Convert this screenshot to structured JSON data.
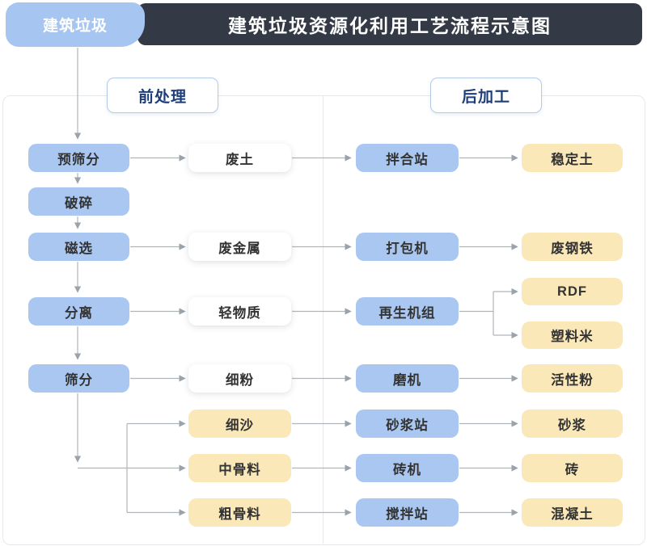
{
  "header": {
    "badge_label": "建筑垃圾",
    "title": "建筑垃圾资源化利用工艺流程示意图"
  },
  "section_labels": {
    "pre_processing": "前处理",
    "post_processing": "后加工"
  },
  "nodes": {
    "pre_screening": "预筛分",
    "crushing": "破碎",
    "magnetic_separation": "磁选",
    "separation": "分离",
    "screening": "筛分",
    "waste_soil": "废土",
    "waste_metal": "废金属",
    "light_material": "轻物质",
    "fine_powder": "细粉",
    "fine_sand": "细沙",
    "medium_aggregate": "中骨料",
    "coarse_aggregate": "粗骨料",
    "mixing_plant": "拌合站",
    "baling_machine": "打包机",
    "regeneration_unit": "再生机组",
    "grinding_mill": "磨机",
    "mortar_plant": "砂浆站",
    "brick_machine": "砖机",
    "stirring_plant": "搅拌站",
    "stabilized_soil": "稳定土",
    "waste_steel": "废钢铁",
    "rdf": "RDF",
    "plastic_pellets": "塑料米",
    "active_powder": "活性粉",
    "mortar": "砂浆",
    "brick": "砖",
    "concrete": "混凝土"
  },
  "colors": {
    "header_bar": "#333a45",
    "badge_blue": "#a6c6f1",
    "process_node_blue": "#a9c7f0",
    "product_node_yellow": "#fbe8b8",
    "material_node_white": "#ffffff",
    "connector_gray": "#a9afb6",
    "section_label_navy": "#1e3e7a",
    "frame_border_gray": "#e5e8ec",
    "node_text": "#333333",
    "title_text": "#ffffff"
  }
}
